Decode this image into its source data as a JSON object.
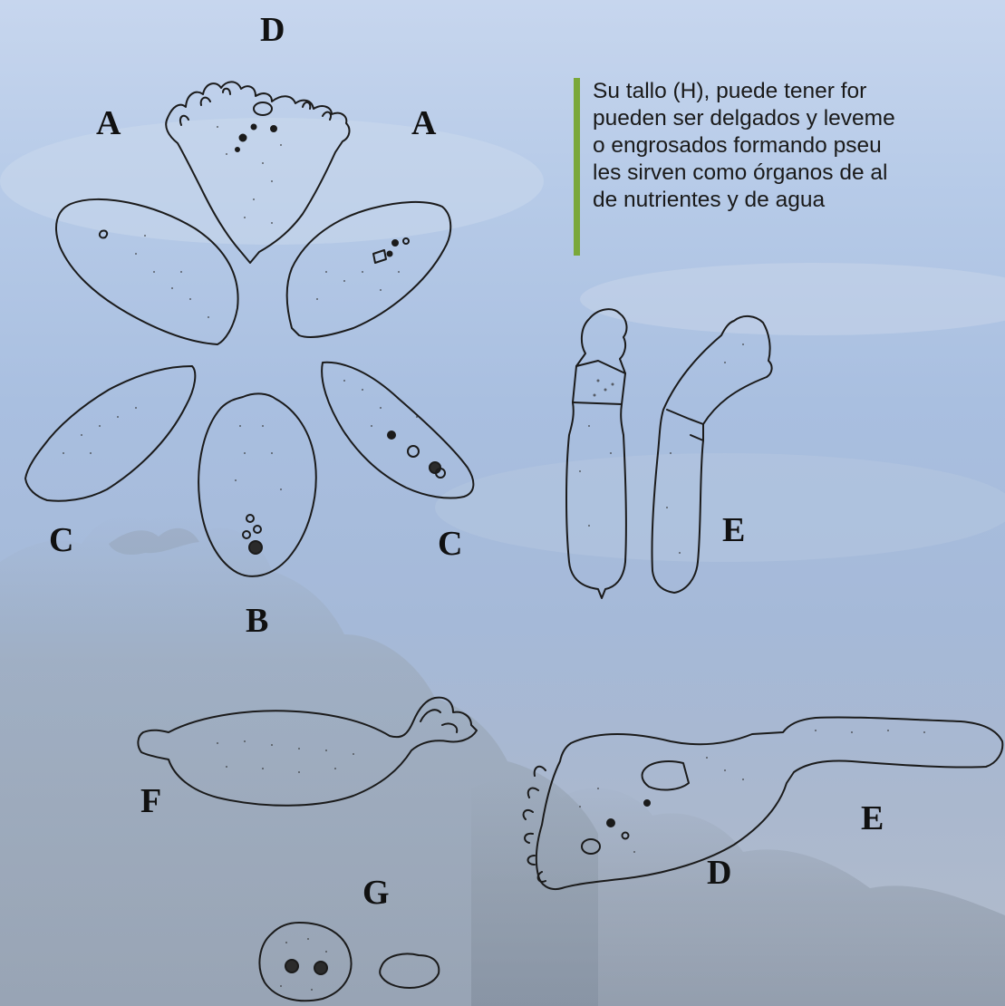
{
  "caption": {
    "lines": [
      "Su tallo (H), puede tener for",
      "pueden ser delgados y leveme",
      "o engrosados formando pseu",
      "les sirven como órganos de al",
      "de nutrientes y de agua"
    ],
    "bar_color": "#7aa83a"
  },
  "labels": {
    "top_d": "D",
    "a_left": "A",
    "a_right": "A",
    "c_left": "C",
    "c_right": "C",
    "b": "B",
    "e_upper": "E",
    "f": "F",
    "e_lower": "E",
    "d_lower": "D",
    "g": "G"
  }
}
